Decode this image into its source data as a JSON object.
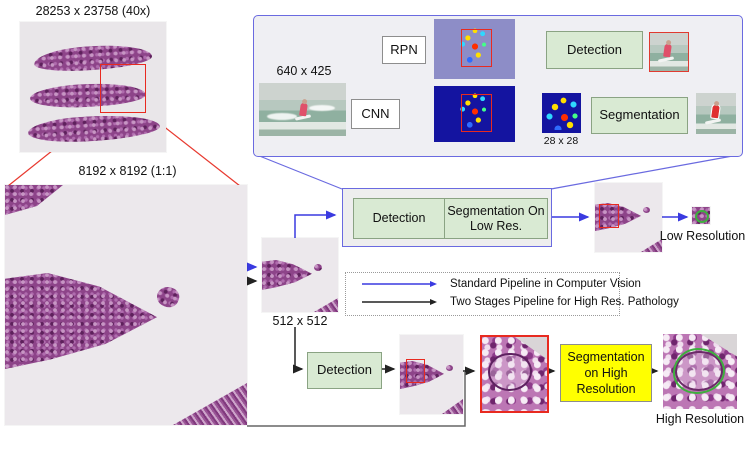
{
  "wsi": {
    "label": "28253 x 23758 (40x)"
  },
  "crop": {
    "label": "8192 x 8192 (1:1)"
  },
  "patch": {
    "label": "512 x 512"
  },
  "top_box": {
    "image_label": "640 x 425",
    "rpn_label": "RPN",
    "cnn_label": "CNN",
    "detection_label": "Detection",
    "segmentation_label": "Segmentation",
    "mask_label": "28 x 28"
  },
  "low_res_pipeline": {
    "detection_label": "Detection",
    "segmentation_label": "Segmentation On Low Res.",
    "output_label": "Low Resolution"
  },
  "high_res_pipeline": {
    "detection_label": "Detection",
    "segmentation_label": "Segmentation on High Resolution",
    "output_label": "High Resolution"
  },
  "legend": {
    "standard_label": "Standard Pipeline in Computer Vision",
    "two_stages_label": "Two Stages Pipeline for High Res. Pathology"
  },
  "colors": {
    "standard_arrow": "#3a3ae0",
    "two_stages_arrow": "#222222",
    "green_box_fill": "#d9ead3",
    "yellow_box_fill": "#ffff00",
    "blue_frame_border": "#6a6ae0",
    "red_highlight": "#e82a20",
    "rpn_feature_map_bg": "#8d8dc7",
    "cnn_feature_map_bg": "#1414a0"
  }
}
